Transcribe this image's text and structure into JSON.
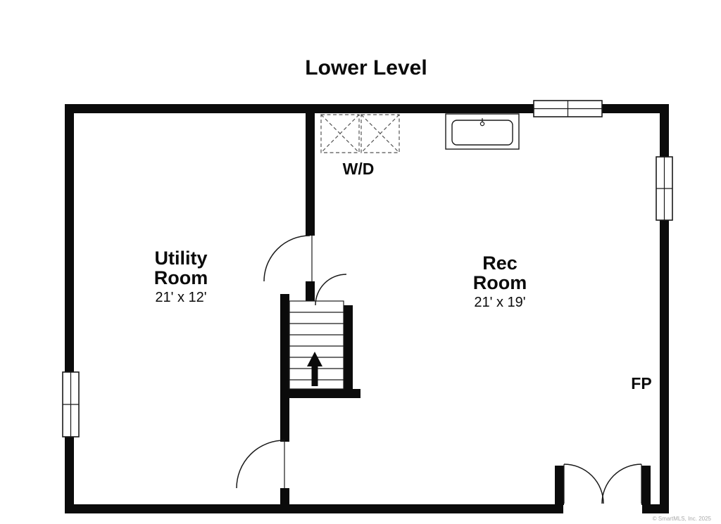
{
  "page": {
    "title": "Lower Level",
    "copyright": "© SmartMLS, Inc. 2025"
  },
  "rooms": [
    {
      "id": "utility-room",
      "name_line1": "Utility",
      "name_line2": "Room",
      "dimensions": "21' x 12'"
    },
    {
      "id": "rec-room",
      "name_line1": "Rec",
      "name_line2": "Room",
      "dimensions": "21' x 19'"
    }
  ],
  "labels": {
    "washer_dryer": "W/D",
    "fireplace": "FP"
  },
  "fixtures": [
    "washer-dryer-space",
    "laundry-sink",
    "staircase-up",
    "fireplace",
    "double-french-doors",
    "window-top",
    "window-right",
    "window-left"
  ],
  "colors": {
    "wall": "#0b0b0b",
    "line": "#1a1a1a",
    "dashed": "#555555",
    "text": "#0b0b0b",
    "muted": "#aaaaaa",
    "background": "#ffffff"
  }
}
